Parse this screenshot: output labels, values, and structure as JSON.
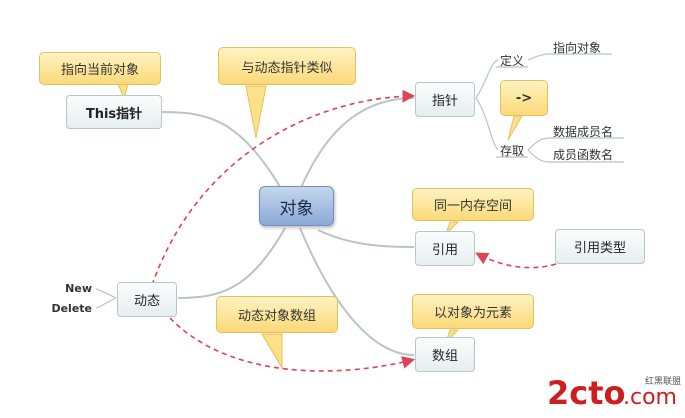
{
  "root": "对象",
  "branches": {
    "this_pointer": "This指针",
    "pointer": "指针",
    "reference": "引用",
    "dynamic": "动态",
    "array": "数组"
  },
  "callouts": {
    "points_current_object": "指向当前对象",
    "like_dynamic_pointer": "与动态指针类似",
    "arrow_operator": "->",
    "same_memory": "同一内存空间",
    "dynamic_object_array": "动态对象数组",
    "objects_as_elements": "以对象为元素"
  },
  "pointer_children": {
    "define": "定义",
    "access": "存取",
    "points_to_object": "指向对象",
    "data_member_name": "数据成员名",
    "function_member_name": "成员函数名"
  },
  "reference_type": "引用类型",
  "dynamic_ops": [
    "New",
    "Delete"
  ],
  "watermark": {
    "logo": "2cto",
    "suffix": ".com",
    "cn": "红黑联盟"
  },
  "colors": {
    "dashed_link": "#dd4455",
    "branch_line": "#b9c4c8",
    "root_fill": "#9db7df",
    "callout_fill": "#fce08a",
    "watermark_red": "#cc1f1f"
  }
}
